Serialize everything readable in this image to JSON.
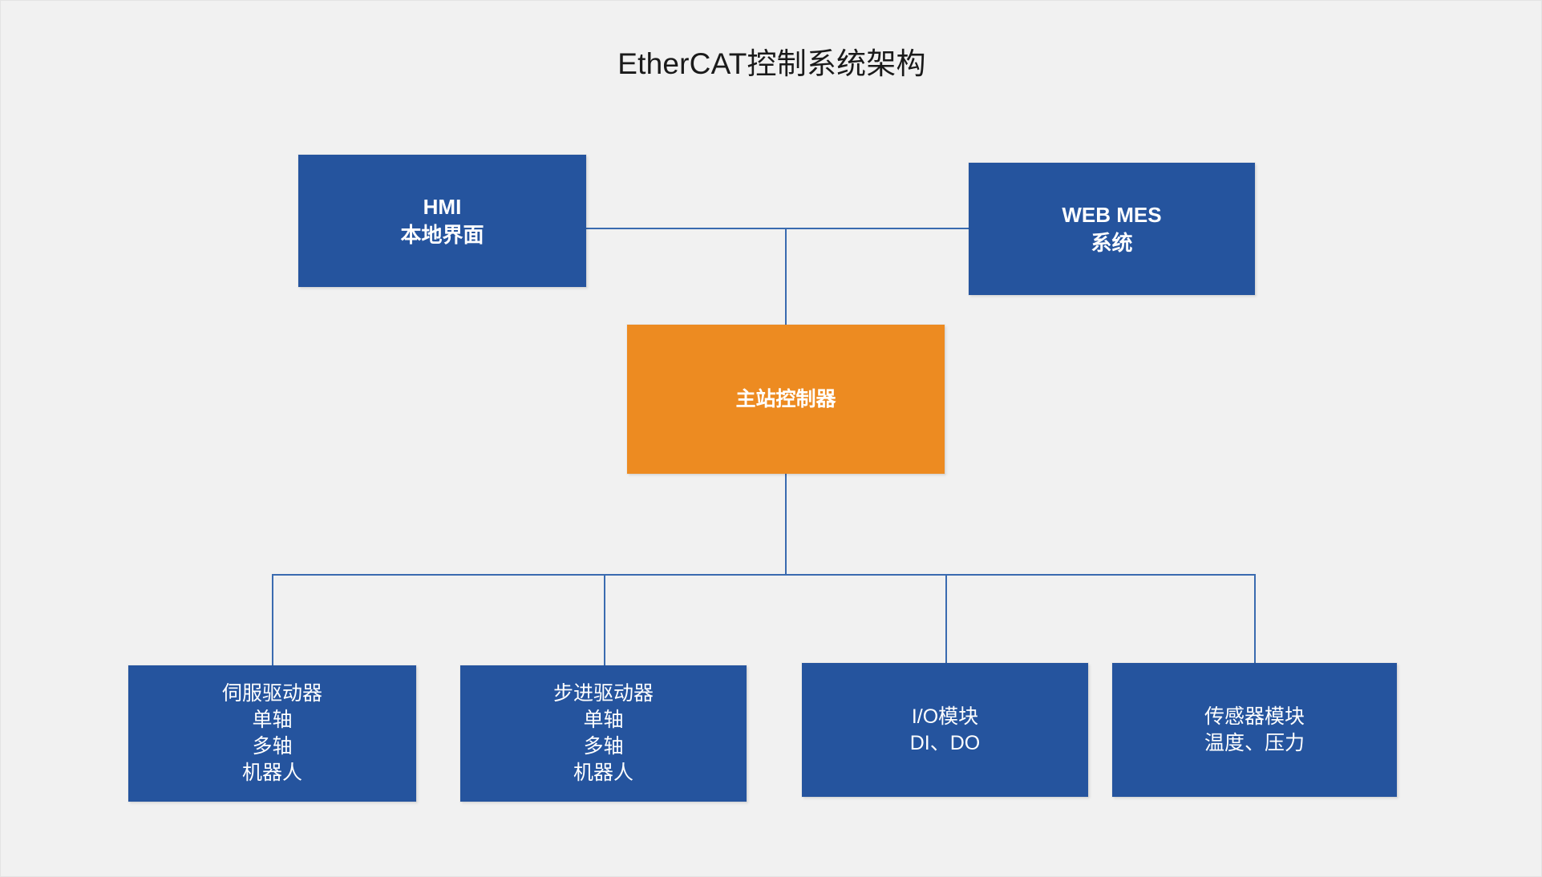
{
  "diagram": {
    "title": "EtherCAT控制系统架构",
    "background_color": "#f1f1f1",
    "colors": {
      "blue": "#25549E",
      "orange": "#ED8B21",
      "connector": "#3A6BB0",
      "title_text": "#1a1a1a",
      "node_text": "#ffffff"
    },
    "nodes": {
      "hmi": {
        "id": "hmi",
        "color": "#25549E",
        "bold": true,
        "lines": [
          "HMI",
          "本地界面"
        ]
      },
      "mes": {
        "id": "mes",
        "color": "#25549E",
        "bold": true,
        "lines": [
          "WEB MES",
          "系统"
        ]
      },
      "master": {
        "id": "master",
        "color": "#ED8B21",
        "bold": true,
        "lines": [
          "主站控制器"
        ]
      },
      "servo": {
        "id": "servo",
        "color": "#25549E",
        "bold": false,
        "lines": [
          "伺服驱动器",
          "单轴",
          "多轴",
          "机器人"
        ]
      },
      "stepper": {
        "id": "stepper",
        "color": "#25549E",
        "bold": false,
        "lines": [
          "步进驱动器",
          "单轴",
          "多轴",
          "机器人"
        ]
      },
      "io": {
        "id": "io",
        "color": "#25549E",
        "bold": false,
        "lines": [
          "I/O模块",
          "DI、DO"
        ]
      },
      "sensor": {
        "id": "sensor",
        "color": "#25549E",
        "bold": false,
        "lines": [
          "传感器模块",
          "温度、压力"
        ]
      }
    },
    "connections": [
      {
        "from": "hmi",
        "to": "master"
      },
      {
        "from": "mes",
        "to": "master"
      },
      {
        "from": "master",
        "to": "servo"
      },
      {
        "from": "master",
        "to": "stepper"
      },
      {
        "from": "master",
        "to": "io"
      },
      {
        "from": "master",
        "to": "sensor"
      }
    ]
  }
}
